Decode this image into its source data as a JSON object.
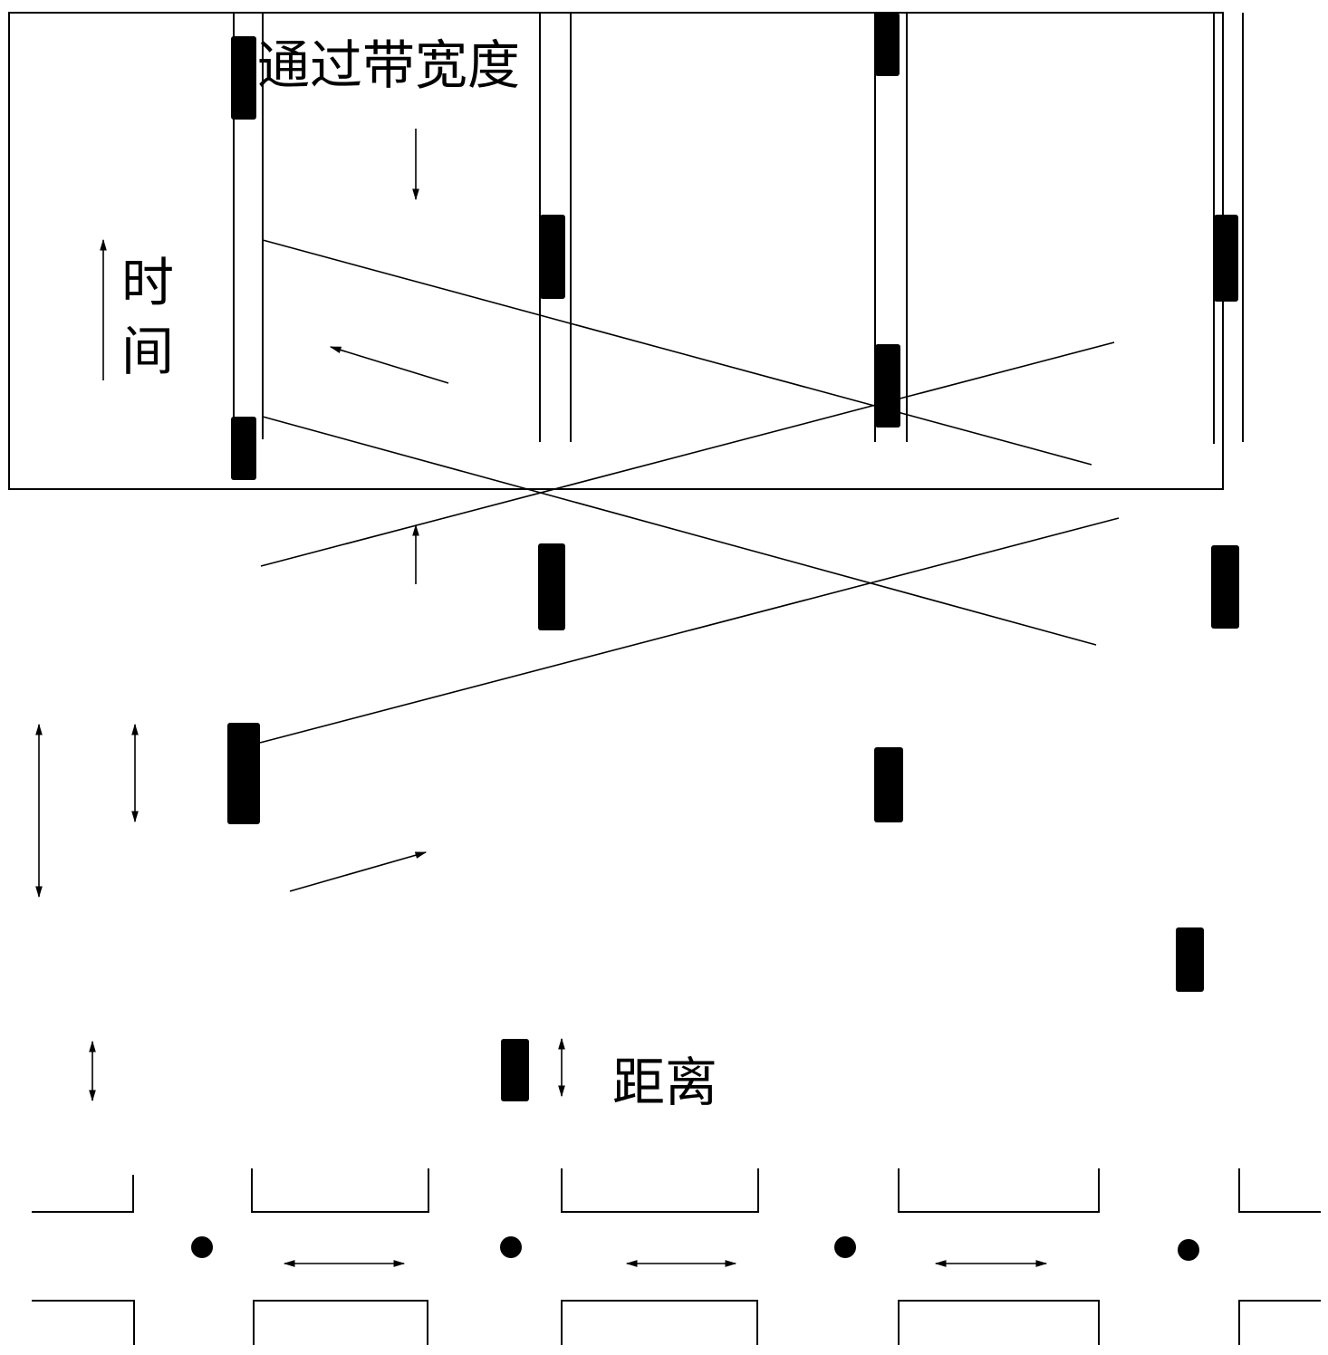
{
  "labels": {
    "bandwidth": "通过带宽度",
    "time_1": "时",
    "time_2": "间",
    "distance": "距离"
  },
  "colors": {
    "ink": "#000000",
    "background": "#ffffff"
  }
}
